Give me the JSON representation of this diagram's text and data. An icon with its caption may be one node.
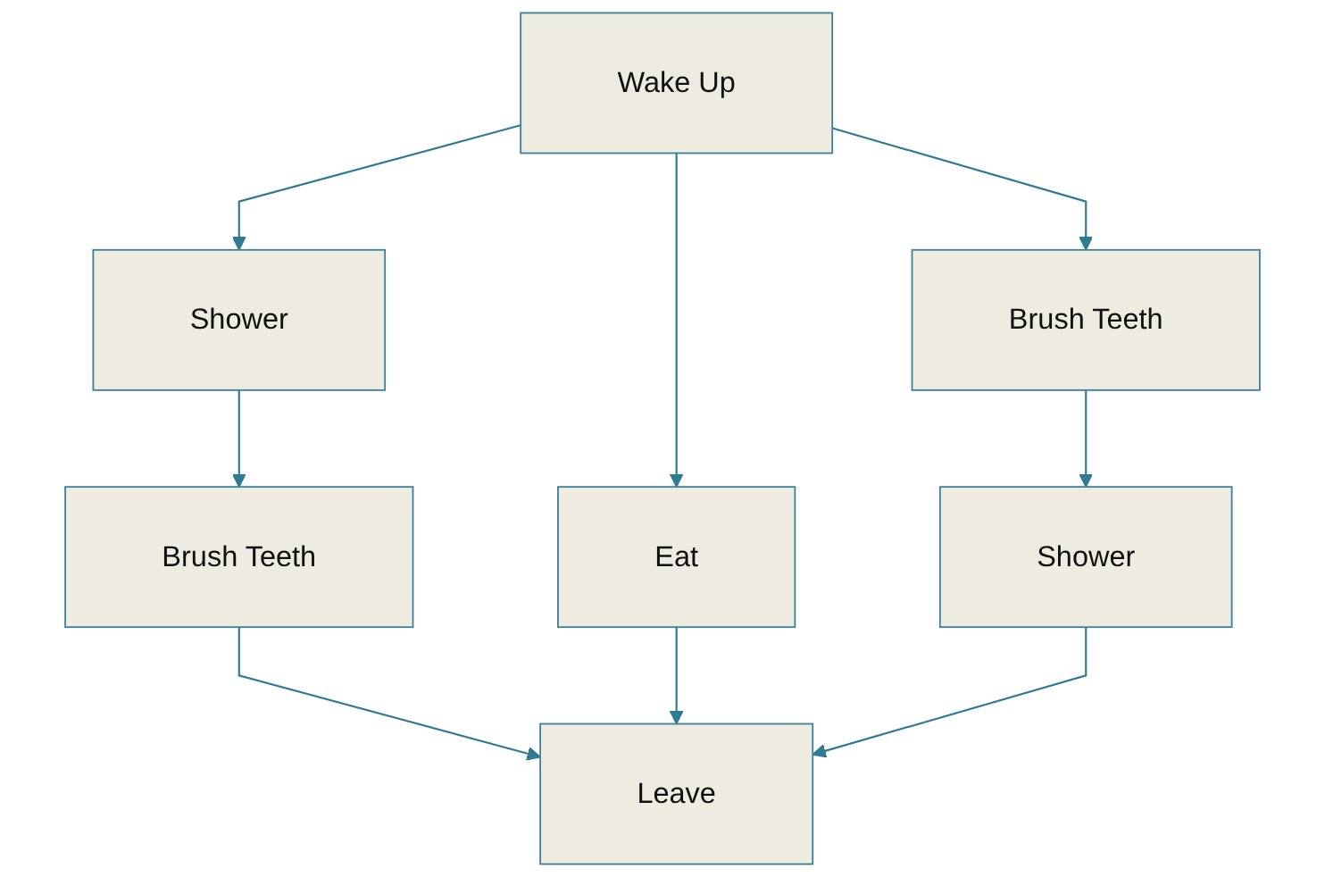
{
  "diagram": {
    "nodes": [
      {
        "text": [
          "Wake Up"
        ]
      },
      {
        "text": [
          "Shower"
        ]
      },
      {
        "text": [
          "Eat"
        ]
      },
      {
        "text": [
          "Brush Teeth"
        ]
      },
      {
        "text": [
          "Brush Teeth"
        ]
      },
      {
        "text": [
          "Shower"
        ]
      },
      {
        "text": [
          "Leave"
        ]
      }
    ],
    "edges": [
      {
        "from": 0,
        "to": 1,
        "arrow": "to"
      },
      {
        "from": 0,
        "to": 2,
        "arrow": "to"
      },
      {
        "from": 0,
        "to": 3,
        "arrow": "to"
      },
      {
        "from": 1,
        "to": 4,
        "arrow": "to"
      },
      {
        "from": 3,
        "to": 5,
        "arrow": "to"
      },
      {
        "from": 4,
        "to": 6,
        "arrow": "to"
      },
      {
        "from": 2,
        "to": 6,
        "arrow": "to"
      },
      {
        "from": 5,
        "to": 6,
        "arrow": "to"
      }
    ]
  }
}
